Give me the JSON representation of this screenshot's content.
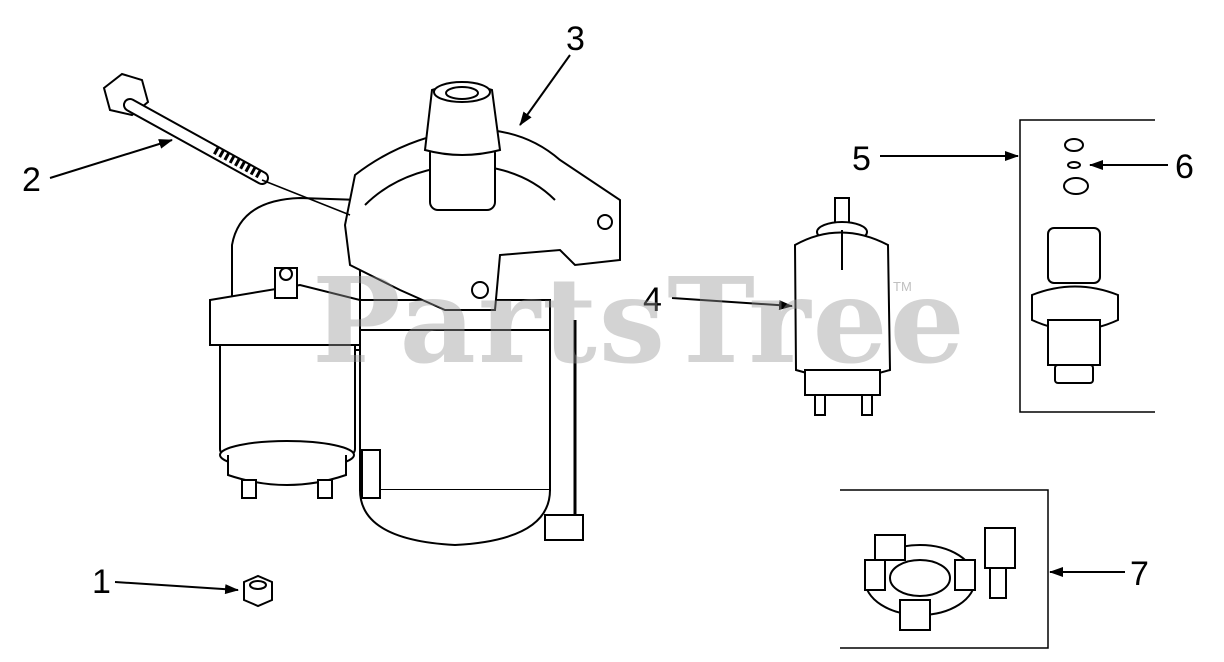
{
  "callouts": [
    {
      "id": "1",
      "label": "1"
    },
    {
      "id": "2",
      "label": "2"
    },
    {
      "id": "3",
      "label": "3"
    },
    {
      "id": "4",
      "label": "4"
    },
    {
      "id": "5",
      "label": "5"
    },
    {
      "id": "6",
      "label": "6"
    },
    {
      "id": "7",
      "label": "7"
    }
  ],
  "watermark": {
    "text": "PartsTree",
    "trademark": "TM"
  }
}
